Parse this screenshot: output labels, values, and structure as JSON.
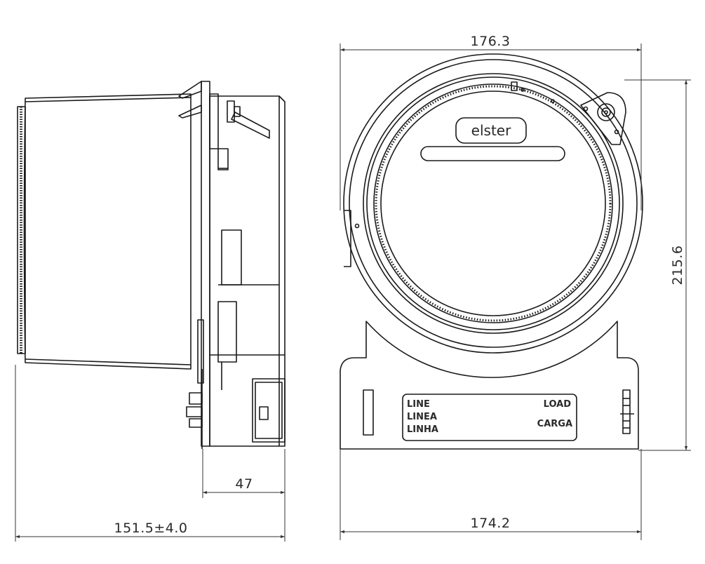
{
  "dimensions": {
    "top_width": "176.3",
    "height": "215.6",
    "base_width": "174.2",
    "depth_connector": "47",
    "total_depth": "151.5±4.0"
  },
  "brand": "elster",
  "terminal_labels": {
    "line": [
      "LINE",
      "LINEA",
      "LINHA"
    ],
    "load": [
      "LOAD",
      "CARGA"
    ]
  },
  "colors": {
    "stroke": "#1a1a1a",
    "dim_line": "#333333",
    "background": "#ffffff"
  }
}
